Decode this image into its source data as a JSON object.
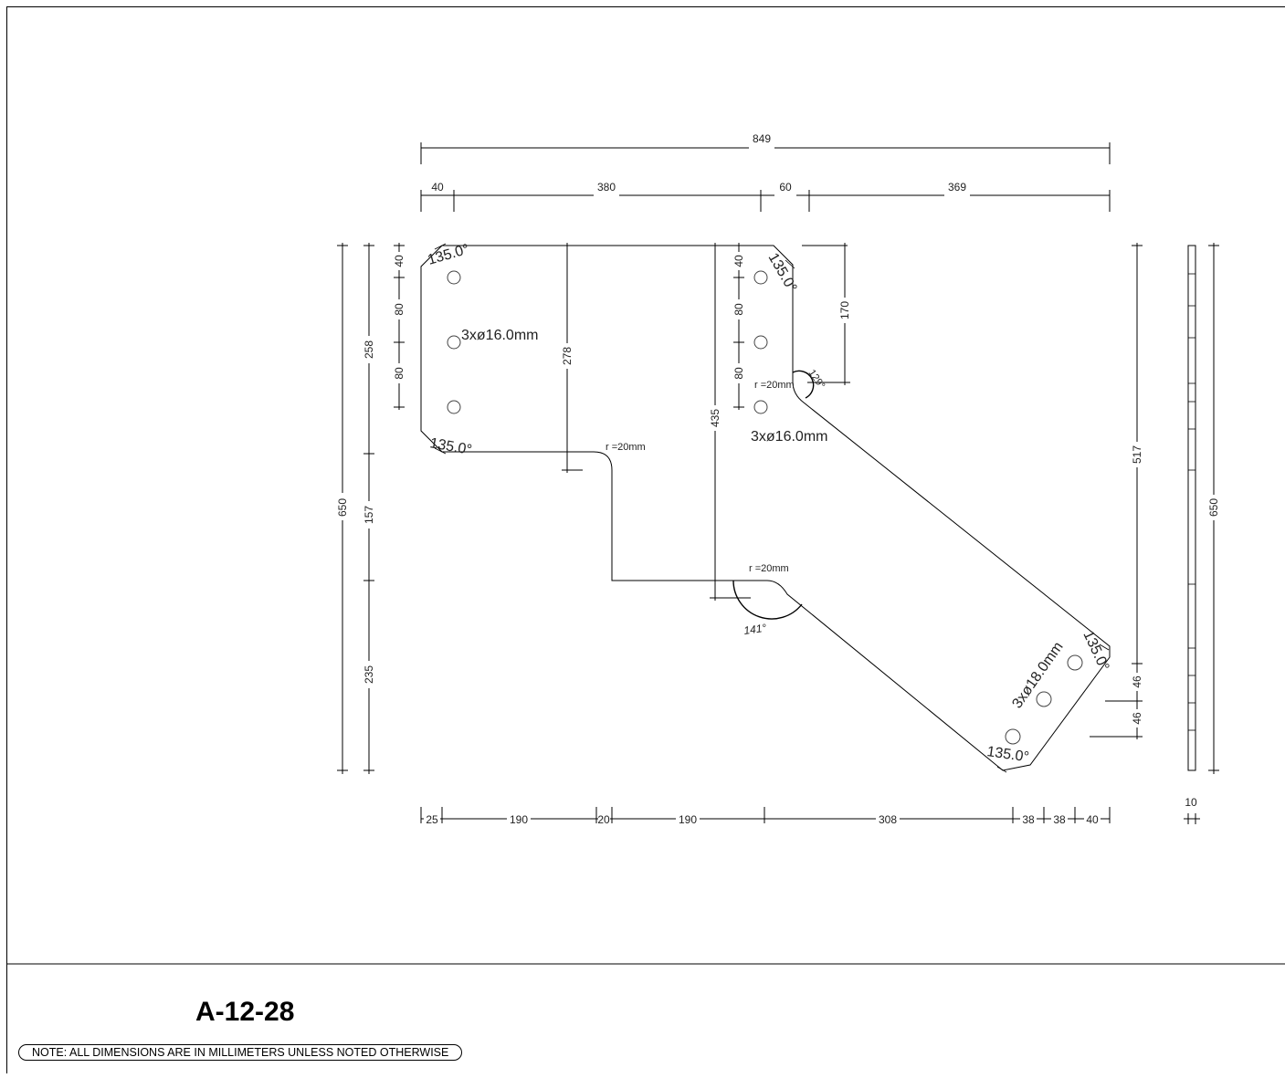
{
  "title_block": {
    "part_number": "A-12-28",
    "note": "NOTE: ALL DIMENSIONS ARE IN MILLIMETERS UNLESS NOTED OTHERWISE"
  },
  "dimensions": {
    "overall_width": "849",
    "top_40": "40",
    "top_380": "380",
    "top_60": "60",
    "top_369": "369",
    "left_650": "650",
    "left_258": "258",
    "left_157": "157",
    "left_235": "235",
    "hole_40": "40",
    "hole_80a": "80",
    "hole_80b": "80",
    "inner_278": "278",
    "inner_435": "435",
    "inner_40": "40",
    "inner_80a": "80",
    "inner_80b": "80",
    "notch_170": "170",
    "right_517": "517",
    "right_46a": "46",
    "right_46b": "46",
    "side_650": "650",
    "bottom_25": "25",
    "bottom_190a": "190",
    "bottom_20": "20",
    "bottom_190b": "190",
    "bottom_308": "308",
    "bottom_38a": "38",
    "bottom_38b": "38",
    "bottom_40": "40",
    "thickness_10": "10"
  },
  "annotations": {
    "angle_top_left": "135.0°",
    "angle_bottom_left": "135.0°",
    "angle_top_mid": "135.0°",
    "angle_bottom_right": "135.0°",
    "angle_right": "135.0°",
    "angle_inner_129": "129°",
    "angle_inner_141": "141°",
    "holes_left": "3xø16.0mm",
    "holes_mid": "3xø16.0mm",
    "holes_right": "3xø18.0mm",
    "radius_a": "r =20mm",
    "radius_b": "r =20mm",
    "radius_c": "r =20mm"
  }
}
